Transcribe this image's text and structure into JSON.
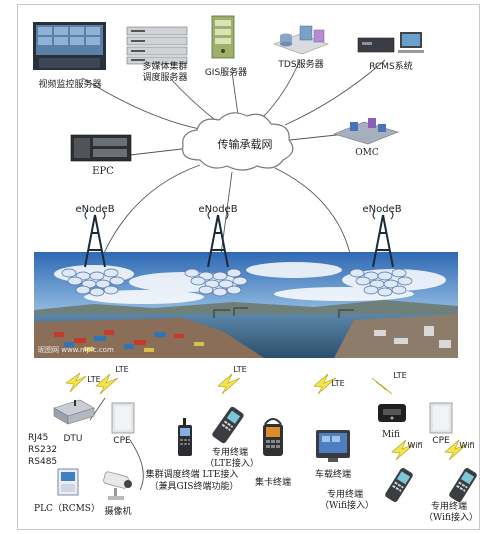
{
  "top_devices": {
    "video": "视频监控服务器",
    "multimedia_line1": "多媒体集群",
    "multimedia_line2": "调度服务器",
    "gis": "GIS服务器",
    "tds": "TDS服务器",
    "rcms": "RCMS系统"
  },
  "core": {
    "cloud": "传输承载网",
    "epc": "EPC",
    "omc": "OMC"
  },
  "enodeb": [
    "eNodeB",
    "eNodeB",
    "eNodeB"
  ],
  "banner_watermark": "昵图网 www.nipic.com",
  "links": [
    "LTE",
    "LTE",
    "LTE",
    "LTE",
    "LTE",
    "Wifi",
    "Wifi"
  ],
  "terminals": {
    "dtu": "DTU",
    "ports": [
      "RJ45",
      "RS232",
      "RS485"
    ],
    "plc": "PLC（RCMS）",
    "cpe1": "CPE",
    "camera": "摄像机",
    "cluster_line1": "集群调度终端 LTE接入",
    "cluster_line2": "（兼具GIS终端功能）",
    "lte_term_line1": "专用终端",
    "lte_term_line2": "（LTE接入）",
    "card_term": "集卡终端",
    "vehicle_term": "车载终端",
    "mifi": "Mifi",
    "cpe2": "CPE",
    "wifi_term1_line1": "专用终端",
    "wifi_term1_line2": "（Wifi接入）",
    "wifi_term2_line1": "专用终端",
    "wifi_term2_line2": "（Wifi接入）"
  }
}
